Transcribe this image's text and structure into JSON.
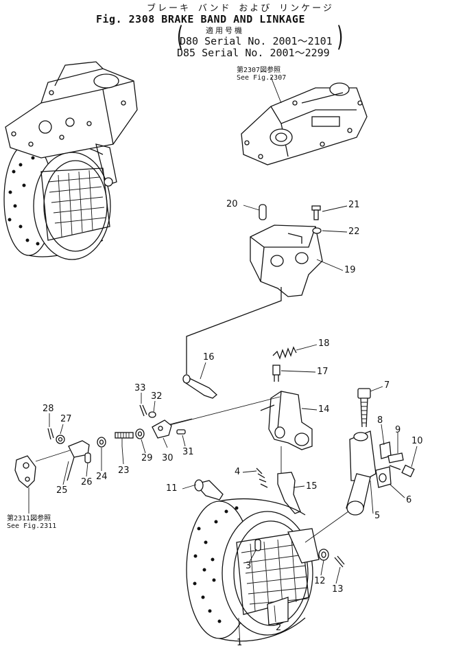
{
  "title": {
    "japanese": "ブレーキ バンド および リンケージ",
    "main": "Fig. 2308 BRAKE BAND AND LINKAGE",
    "applicable_jp": "適用号機",
    "serial_1": "D80 Serial No. 2001～2101",
    "serial_2": "D85 Serial No. 2001～2299"
  },
  "refs": {
    "fig2307_jp": "第2307図参照",
    "fig2307_en": "See Fig.2307",
    "fig2311_jp": "第2311図参照",
    "fig2311_en": "See Fig.2311"
  },
  "callouts": [
    "1",
    "2",
    "3",
    "4",
    "5",
    "6",
    "7",
    "8",
    "9",
    "10",
    "11",
    "12",
    "13",
    "14",
    "15",
    "16",
    "17",
    "18",
    "19",
    "20",
    "21",
    "22",
    "23",
    "24",
    "25",
    "26",
    "27",
    "28",
    "29",
    "30",
    "31",
    "32",
    "33"
  ]
}
